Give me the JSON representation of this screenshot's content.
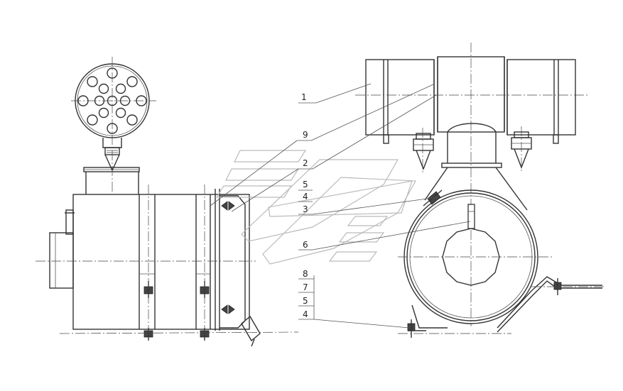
{
  "drawing": {
    "callouts": [
      {
        "id": "c1",
        "text": "1"
      },
      {
        "id": "c2",
        "text": "2"
      },
      {
        "id": "c3",
        "text": "3"
      },
      {
        "id": "c4a",
        "text": "4"
      },
      {
        "id": "c4b",
        "text": "4"
      },
      {
        "id": "c5a",
        "text": "5"
      },
      {
        "id": "c5b",
        "text": "5"
      },
      {
        "id": "c6",
        "text": "6"
      },
      {
        "id": "c7",
        "text": "7"
      },
      {
        "id": "c8",
        "text": "8"
      },
      {
        "id": "c9",
        "text": "9"
      }
    ]
  }
}
